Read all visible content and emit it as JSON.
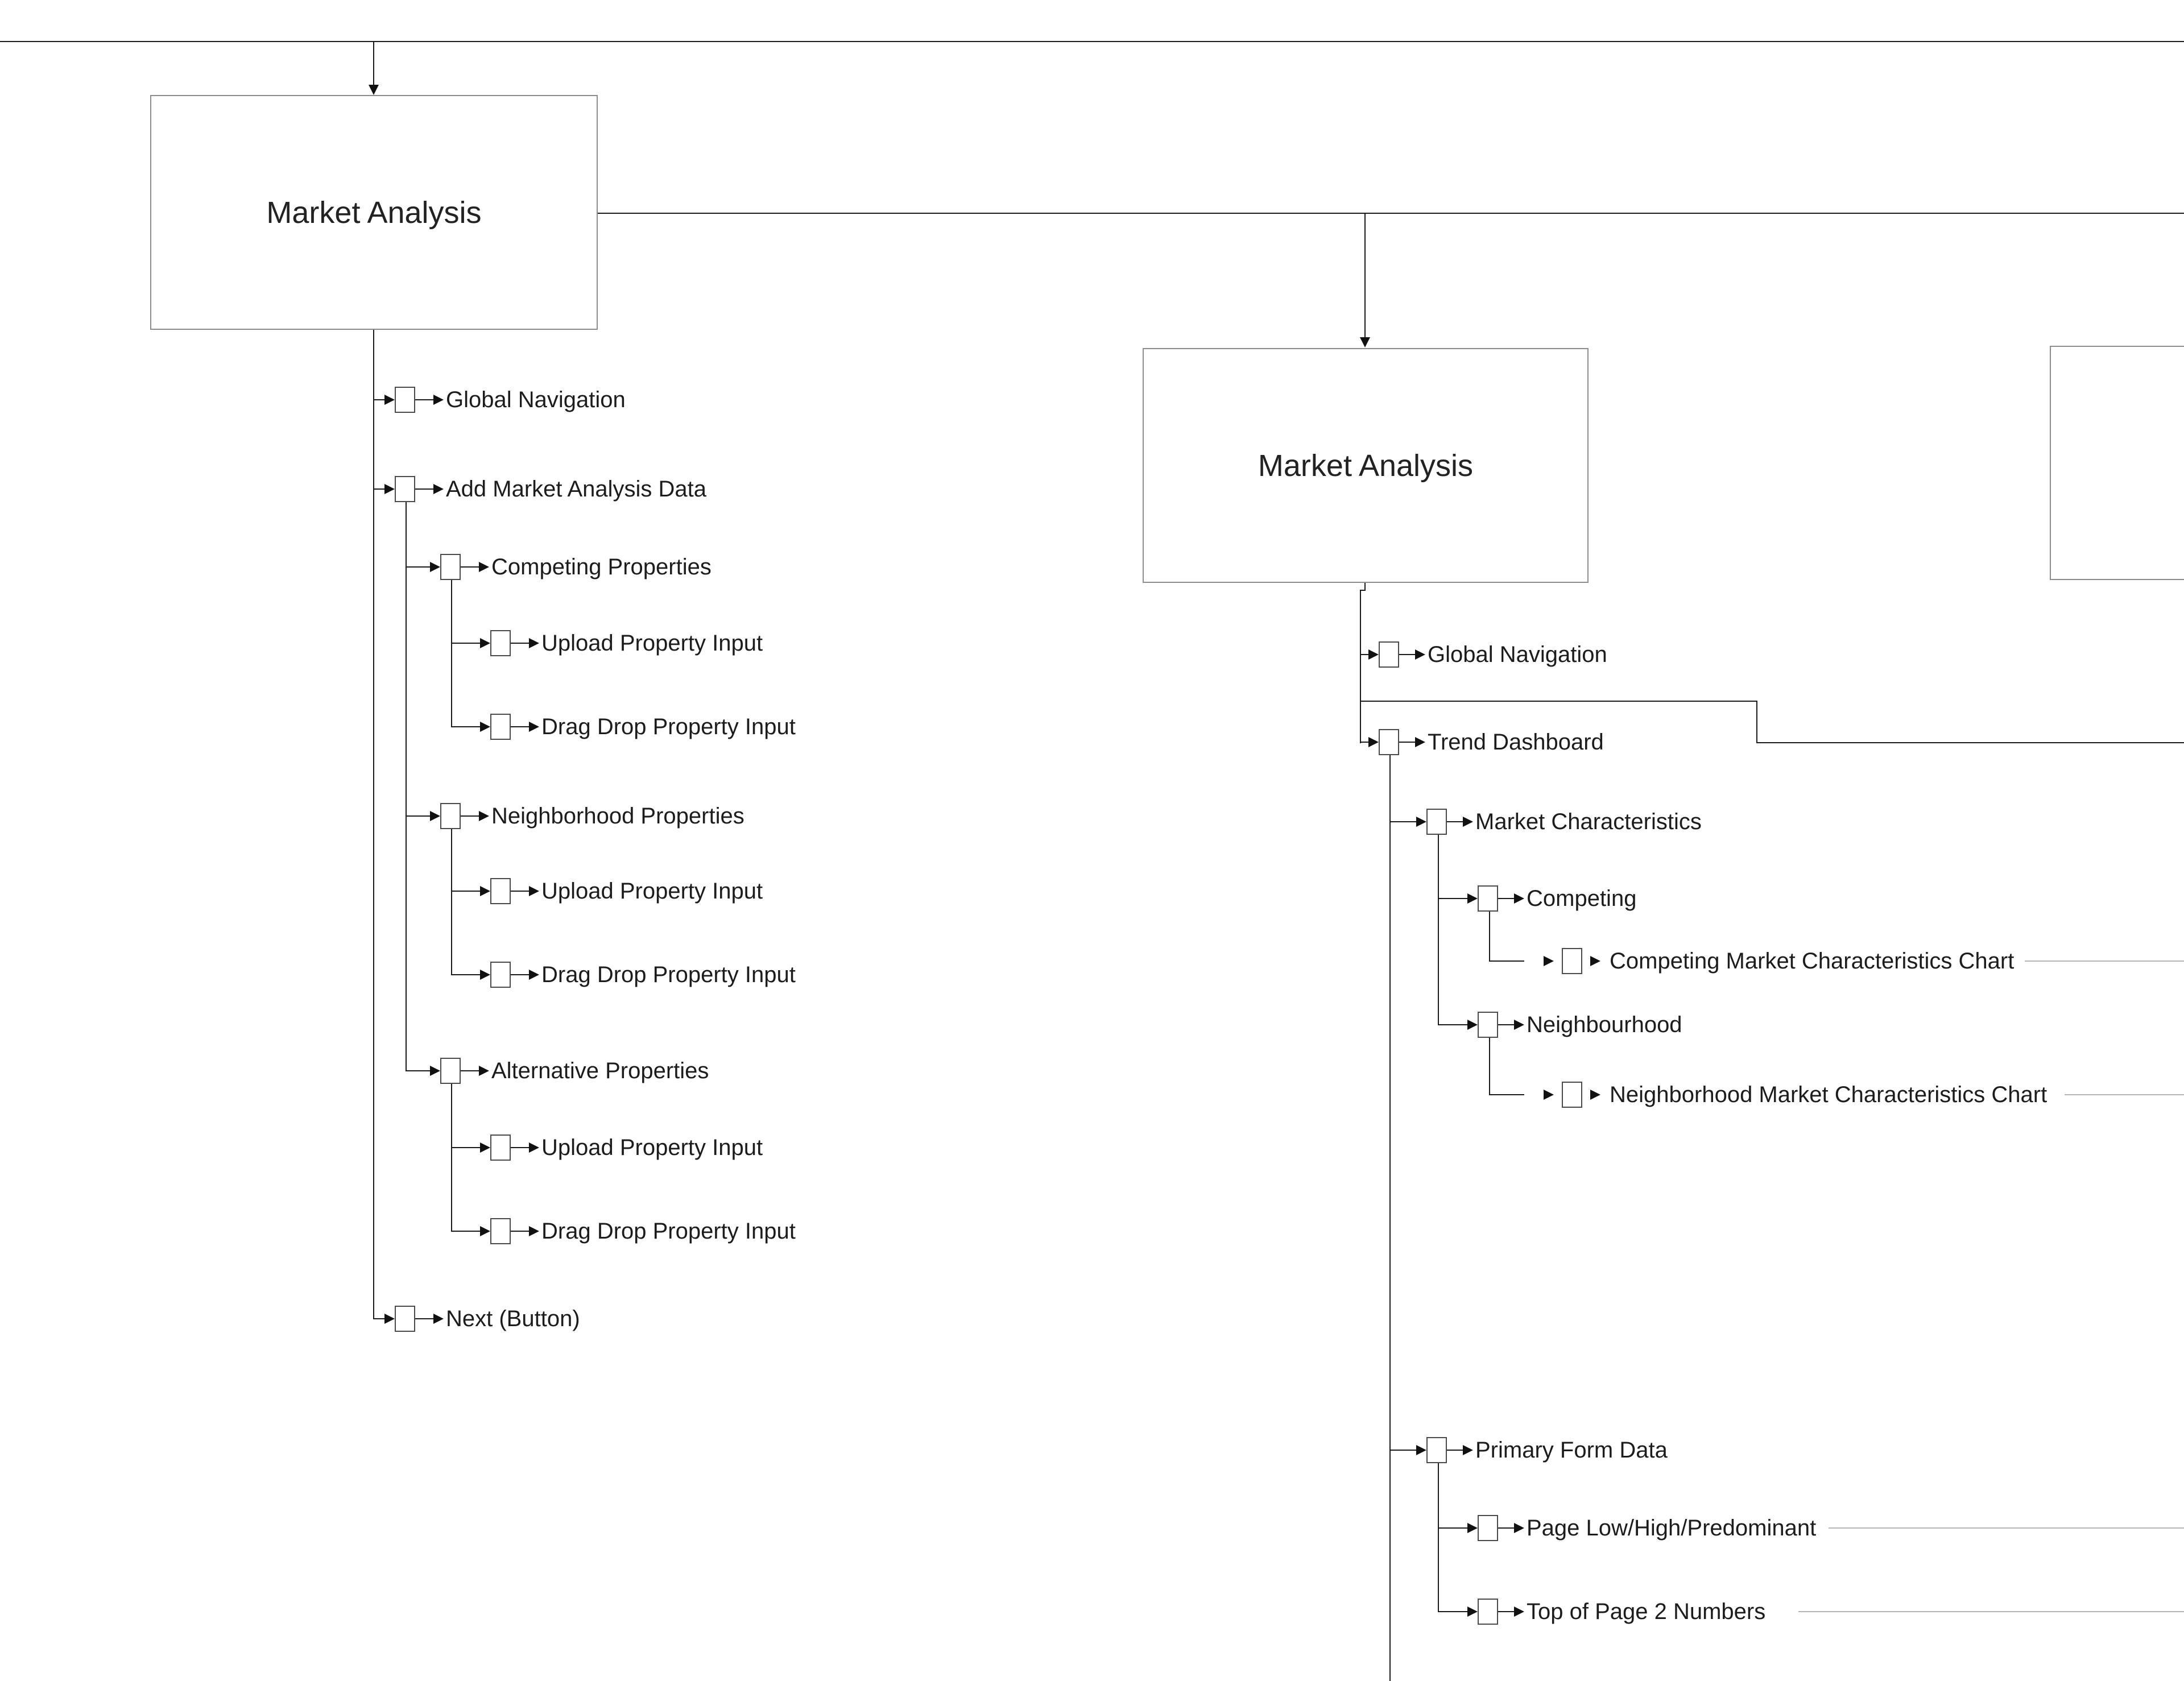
{
  "boxes": {
    "left": {
      "title": "Market Analysis"
    },
    "middle": {
      "title": "Market Analysis"
    },
    "right": {
      "title": ""
    }
  },
  "left_tree": {
    "items": [
      {
        "label": "Global Navigation"
      },
      {
        "label": "Add Market Analysis Data"
      },
      {
        "label": "Competing Properties"
      },
      {
        "label": "Upload Property Input"
      },
      {
        "label": "Drag Drop Property Input"
      },
      {
        "label": "Neighborhood Properties"
      },
      {
        "label": "Upload Property Input"
      },
      {
        "label": "Drag Drop Property Input"
      },
      {
        "label": "Alternative Properties"
      },
      {
        "label": "Upload Property Input"
      },
      {
        "label": "Drag Drop Property Input"
      },
      {
        "label": "Next (Button)"
      }
    ]
  },
  "middle_tree": {
    "items": [
      {
        "label": "Global Navigation"
      },
      {
        "label": "Trend Dashboard"
      },
      {
        "label": "Market Characteristics"
      },
      {
        "label": "Competing"
      },
      {
        "label": "Competing Market Characteristics Chart"
      },
      {
        "label": "Neighbourhood"
      },
      {
        "label": "Neighborhood Market Characteristics Chart"
      },
      {
        "label": "Primary Form Data"
      },
      {
        "label": "Page Low/High/Predominant"
      },
      {
        "label": "Top of Page 2 Numbers"
      }
    ]
  },
  "colors": {
    "tree_line": "#1a1a1a",
    "box_border": "#8c8c8c",
    "trailing_line": "#b5b5b5",
    "text": "#1c1c1c",
    "background": "#ffffff"
  }
}
